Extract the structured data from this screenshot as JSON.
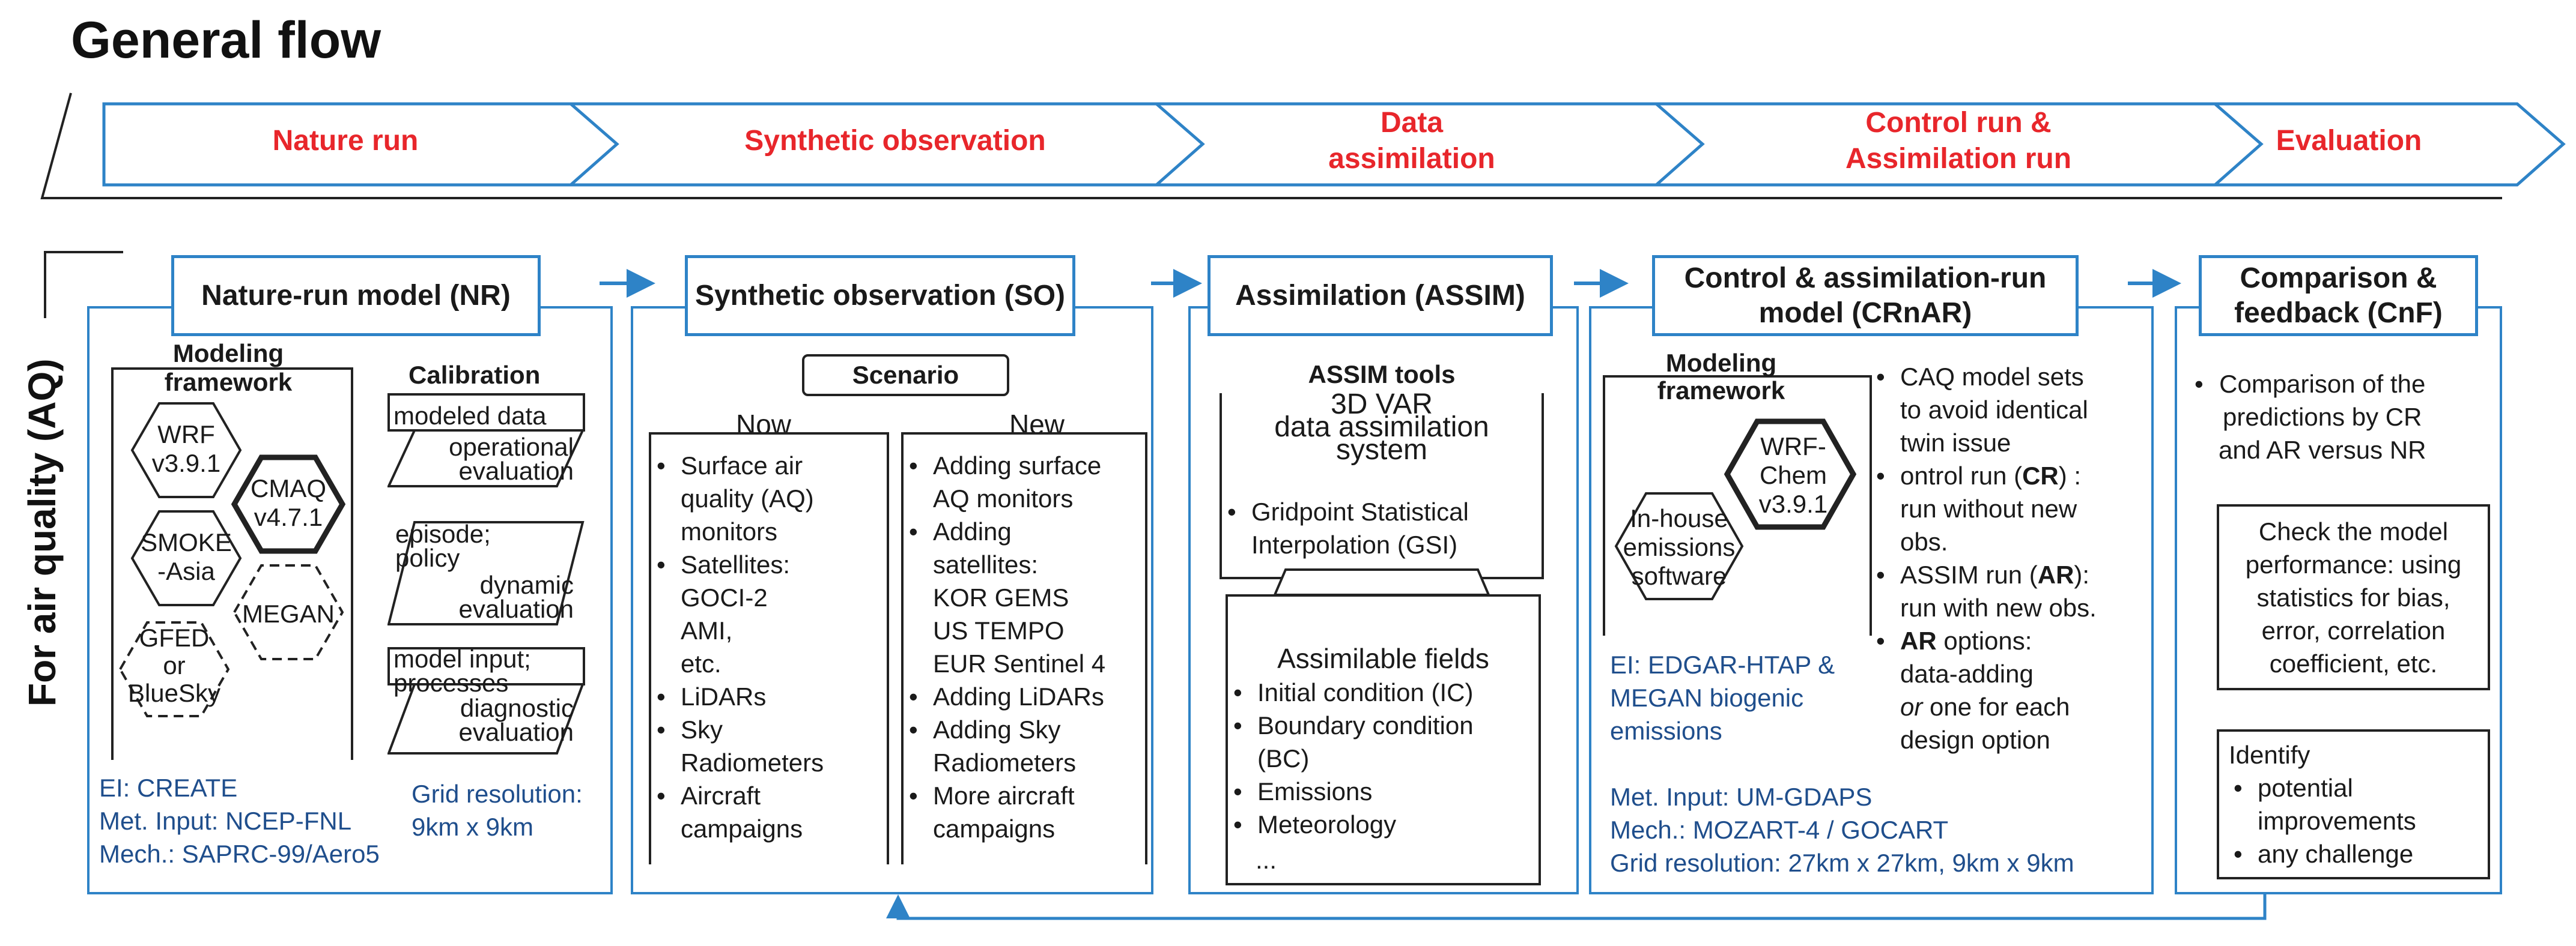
{
  "title": "General flow",
  "side_label": "For air quality (AQ)",
  "accent_color": "#e8262b",
  "frame_color": "#2e83c7",
  "flow_steps": [
    {
      "lines": [
        "Nature run"
      ]
    },
    {
      "lines": [
        "Synthetic observation"
      ]
    },
    {
      "lines": [
        "Data",
        "assimilation"
      ]
    },
    {
      "lines": [
        "Control run &",
        "Assimilation run"
      ]
    },
    {
      "lines": [
        "Evaluation"
      ]
    }
  ],
  "nr": {
    "header": "Nature-run model (NR)",
    "modeling_framework": "Modeling\nframework",
    "hex_wrf": "WRF\nv3.9.1",
    "hex_cmaq": "CMAQ\nv4.7.1",
    "hex_smoke": "SMOKE\n-Asia",
    "hex_megan": "MEGAN",
    "hex_gfed": "GFED\nor\nBlueSky",
    "calibration": "Calibration",
    "cal_modeled": "modeled data",
    "cal_operational": "operational\nevaluation",
    "cal_episode": "episode;\npolicy",
    "cal_dynamic": "dynamic\nevaluation",
    "cal_model_input": "model input;\nprocesses",
    "cal_diagnostic": "diagnostic\nevaluation",
    "ei": "EI: CREATE",
    "met": "Met. Input: NCEP-FNL",
    "mech": "Mech.: SAPRC-99/Aero5",
    "grid": "Grid resolution:\n9km x 9km"
  },
  "so": {
    "header": "Synthetic observation (SO)",
    "scenario": "Scenario",
    "now": "Now",
    "new": "New",
    "now_items": [
      "Surface air\nquality (AQ)\nmonitors",
      "Satellites:\n  GOCI-2\n  AMI,\n  etc.",
      "LiDARs",
      "Sky\nRadiometers",
      "Aircraft\ncampaigns"
    ],
    "new_items": [
      "Adding surface\nAQ monitors",
      "Adding\nsatellites:\n  KOR GEMS\n  US TEMPO\n  EUR Sentinel 4",
      "Adding LiDARs",
      "Adding Sky\nRadiometers",
      "More aircraft\ncampaigns"
    ]
  },
  "assim": {
    "header": "Assimilation (ASSIM)",
    "tools_title": "ASSIM tools",
    "tools_3dvar": "3D VAR\ndata assimilation\nsystem",
    "tools_gsi": "Gridpoint Statistical\nInterpolation (GSI)",
    "fields_title": "Assimilable fields",
    "fields": [
      "Initial condition (IC)",
      "Boundary condition\n(BC)",
      "Emissions",
      "Meteorology"
    ],
    "fields_more": "..."
  },
  "crnar": {
    "header": "Control & assimilation-run\nmodel (CRnAR)",
    "modeling_framework": "Modeling\nframework",
    "hex_wrfchem": "WRF-\nChem\nv3.9.1",
    "hex_inhouse": "In-house\nemissions\nsoftware",
    "bullets": [
      {
        "pre": "CAQ model sets\nto avoid identical\ntwin issue",
        "bold": "",
        "post": ""
      },
      {
        "pre": "ontrol run (",
        "bold": "CR",
        "post": ") :\nrun without new\nobs."
      },
      {
        "pre": "ASSIM run (",
        "bold": "AR",
        "post": "):\nrun with new obs."
      },
      {
        "pre": "",
        "bold": "AR",
        "post": " options:\ndata-adding\n"
      }
    ],
    "ar_opt_italic": "or",
    "ar_opt_tail": " one for each\ndesign option",
    "ei": "EI: EDGAR-HTAP &\nMEGAN biogenic\nemissions",
    "met": "Met. Input: UM-GDAPS",
    "mech": "Mech.: MOZART-4 / GOCART",
    "grid": "Grid resolution: 27km x 27km, 9km x 9km"
  },
  "cnf": {
    "header": "Comparison &\nfeedback (CnF)",
    "bullet": "Comparison of the\npredictions by CR\nand AR versus NR",
    "check": "Check the model\nperformance: using\nstatistics for bias,\nerror, correlation\ncoefficient, etc.",
    "identify": "Identify",
    "identify_items": [
      "potential\nimprovements",
      "any challenge"
    ]
  }
}
